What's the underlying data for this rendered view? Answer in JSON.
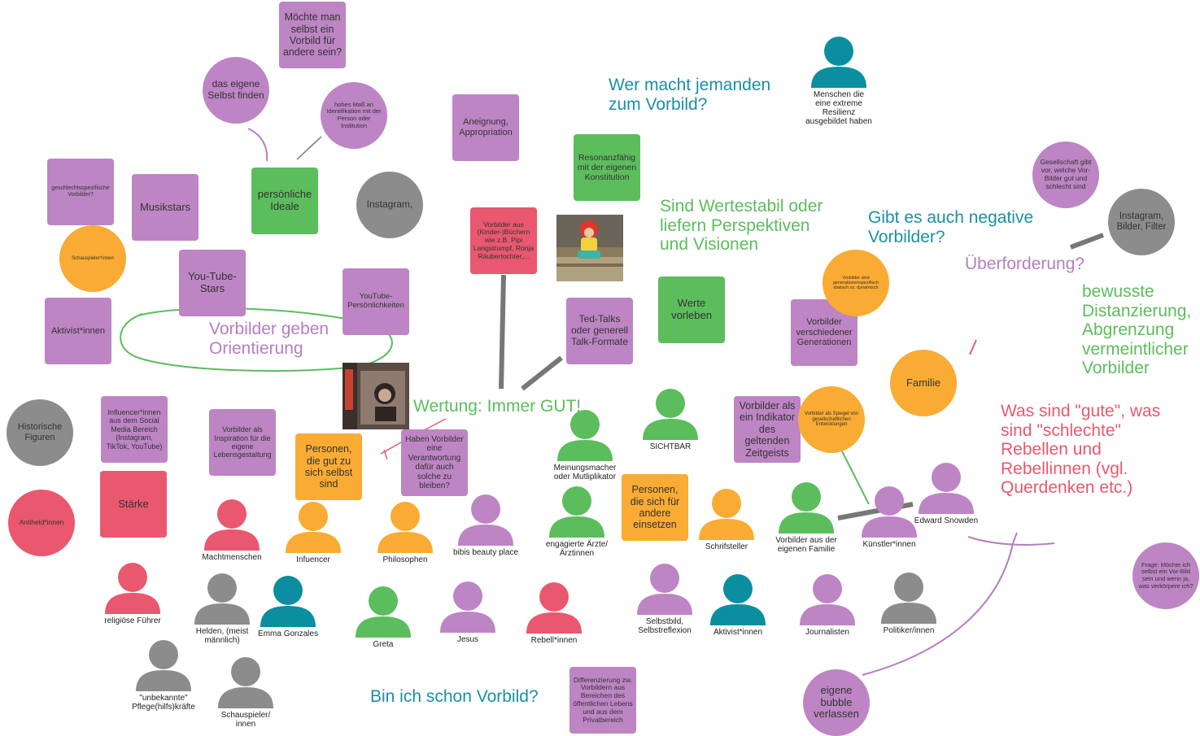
{
  "colors": {
    "purple": "#bd85c4",
    "green": "#5cbd5c",
    "orange": "#f9ab33",
    "red": "#e9586e",
    "grey": "#8c8c8c",
    "teal": "#0b8ea0",
    "blue_text": "#1b8fa6"
  },
  "squares": {
    "moechte": "Möchte man selbst ein Vorbild für andere sein?",
    "geschlecht": "geschlechtsspezifische Vorbilder?",
    "musikstars": "Musikstars",
    "persoenliche_ideale": "persönliche Ideale",
    "aneignung": "Aneignung, Appropriation",
    "resonanz": "Resonanzfähig mit der eigenen Konstitution",
    "kinderbuecher": "Vorbilder aus (Kinder-)Büchern wie z.B. Pipi Langstrumpf, Ronja Räubertochter,...",
    "youtube_stars": "You-Tube-Stars",
    "youtube_pers": "YouTube-Persönlichkeiten",
    "aktivist": "Aktivist*innen",
    "ted": "Ted-Talks oder generell Talk-Formate",
    "werte": "Werte vorleben",
    "generationen": "Vorbilder verschiedener Generationen",
    "influencer": "Influencer*innen aus dem Social Media Bereich (Instagram, TikTok, YouTube)",
    "inspiration": "Vorbilder als Inspiration für die eigene Lebensgestaltung",
    "staerke": "Stärke",
    "personen_gut": "Personen, die gut zu sich selbst sind",
    "verantwortung": "Haben Vorbilder eine Verantwortung dafür auch solche zu bleiben?",
    "indikator": "Vorbilder als ein Indikator des geltenden Zeitgeists",
    "personen_einsetzen": "Personen, die sich für andere einsetzen",
    "differenzierung": "Differenzierung zw. Vorbildern aus Bereichen des öffentlichen Lebens und aus dem Privatbereich"
  },
  "circles": {
    "eigene_selbst": "das eigene Selbst finden",
    "identifikation": "hohes Maß an Identifikation mit der Person oder Institution",
    "instagram": "Instagram,",
    "schauspieler": "Schauspieler*innen",
    "historische": "Historische Figuren",
    "antiheld": "Antiheld*innen",
    "generationenspez": "Vorbilder sind generationenspezifisch statisch vs. dynamisch",
    "spiegel": "Vorbilder als Spiegel von gesellschaftlichen Entwicklungen",
    "gesellschaft": "Gesellschaft gibt vor, welche Vor-Bilder gut und schlecht sind",
    "instagram_bilder": "Instagram, Bilder, Filter",
    "familie": "Familie",
    "frage": "Frage: Möchte ich selbst ein Vor-Bild sein und wenn ja, was verkörpere ich?",
    "bubble": "eigene bubble verlassen"
  },
  "texts": {
    "wer_macht": "Wer macht jemanden zum Vorbild?",
    "wertestabil": "Sind Wertestabil oder liefern Perspektiven und Visionen",
    "negative": "Gibt es auch negative Vorbilder?",
    "ueberforderung": "Überforderung?",
    "distanzierung": "bewusste Distanzierung, Abgrenzung vermeintlicher Vorbilder",
    "orientierung": "Vorbilder geben Orientierung",
    "wertung": "Wertung: Immer GUT!",
    "gute_schlechte": "Was sind \"gute\", was sind \"schlechte\" Rebellen und Rebellinnen (vgl. Querdenken etc.)",
    "bin_ich": "Bin ich schon Vorbild?"
  },
  "people": [
    {
      "label": "Menschen die eine extreme Resilienz ausgebildet haben",
      "color": "teal"
    },
    {
      "label": "SICHTBAR",
      "color": "green"
    },
    {
      "label": "Meinungsmacher oder Mutliplikator",
      "color": "green"
    },
    {
      "label": "Machtmenschen",
      "color": "red"
    },
    {
      "label": "Infuencer",
      "color": "orange"
    },
    {
      "label": "Philosophen",
      "color": "orange"
    },
    {
      "label": "bibis beauty place",
      "color": "purple"
    },
    {
      "label": "engagierte Ärzte/Ärztinnen",
      "color": "green"
    },
    {
      "label": "Schrifsteller",
      "color": "orange"
    },
    {
      "label": "Vorbilder aus der eigenen Familie",
      "color": "green"
    },
    {
      "label": "Künstler*innen",
      "color": "purple"
    },
    {
      "label": "Edward Snowden",
      "color": "purple"
    },
    {
      "label": "religiöse Führer",
      "color": "red"
    },
    {
      "label": "Helden, (meist männlich)",
      "color": "grey"
    },
    {
      "label": "Emma Gonzales",
      "color": "teal"
    },
    {
      "label": "Greta",
      "color": "green"
    },
    {
      "label": "Jesus",
      "color": "purple"
    },
    {
      "label": "Rebell*innen",
      "color": "red"
    },
    {
      "label": "Selbstbild, Selbstreflexion",
      "color": "purple"
    },
    {
      "label": "Aktivist*innen",
      "color": "teal"
    },
    {
      "label": "Journalisten",
      "color": "purple"
    },
    {
      "label": "Politiker/innen",
      "color": "grey"
    },
    {
      "label": "\"unbekannte\" Pflege(hilfs)kräfte",
      "color": "grey"
    },
    {
      "label": "Schauspieler/ innen",
      "color": "grey"
    }
  ]
}
